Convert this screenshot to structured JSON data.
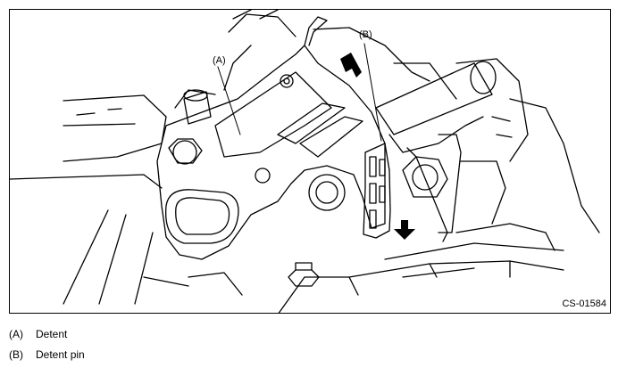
{
  "figure": {
    "callouts": {
      "a": "(A)",
      "b": "(B)"
    },
    "figure_id": "CS-01584"
  },
  "legend": [
    {
      "key": "(A)",
      "text": "Detent"
    },
    {
      "key": "(B)",
      "text": "Detent pin"
    }
  ]
}
